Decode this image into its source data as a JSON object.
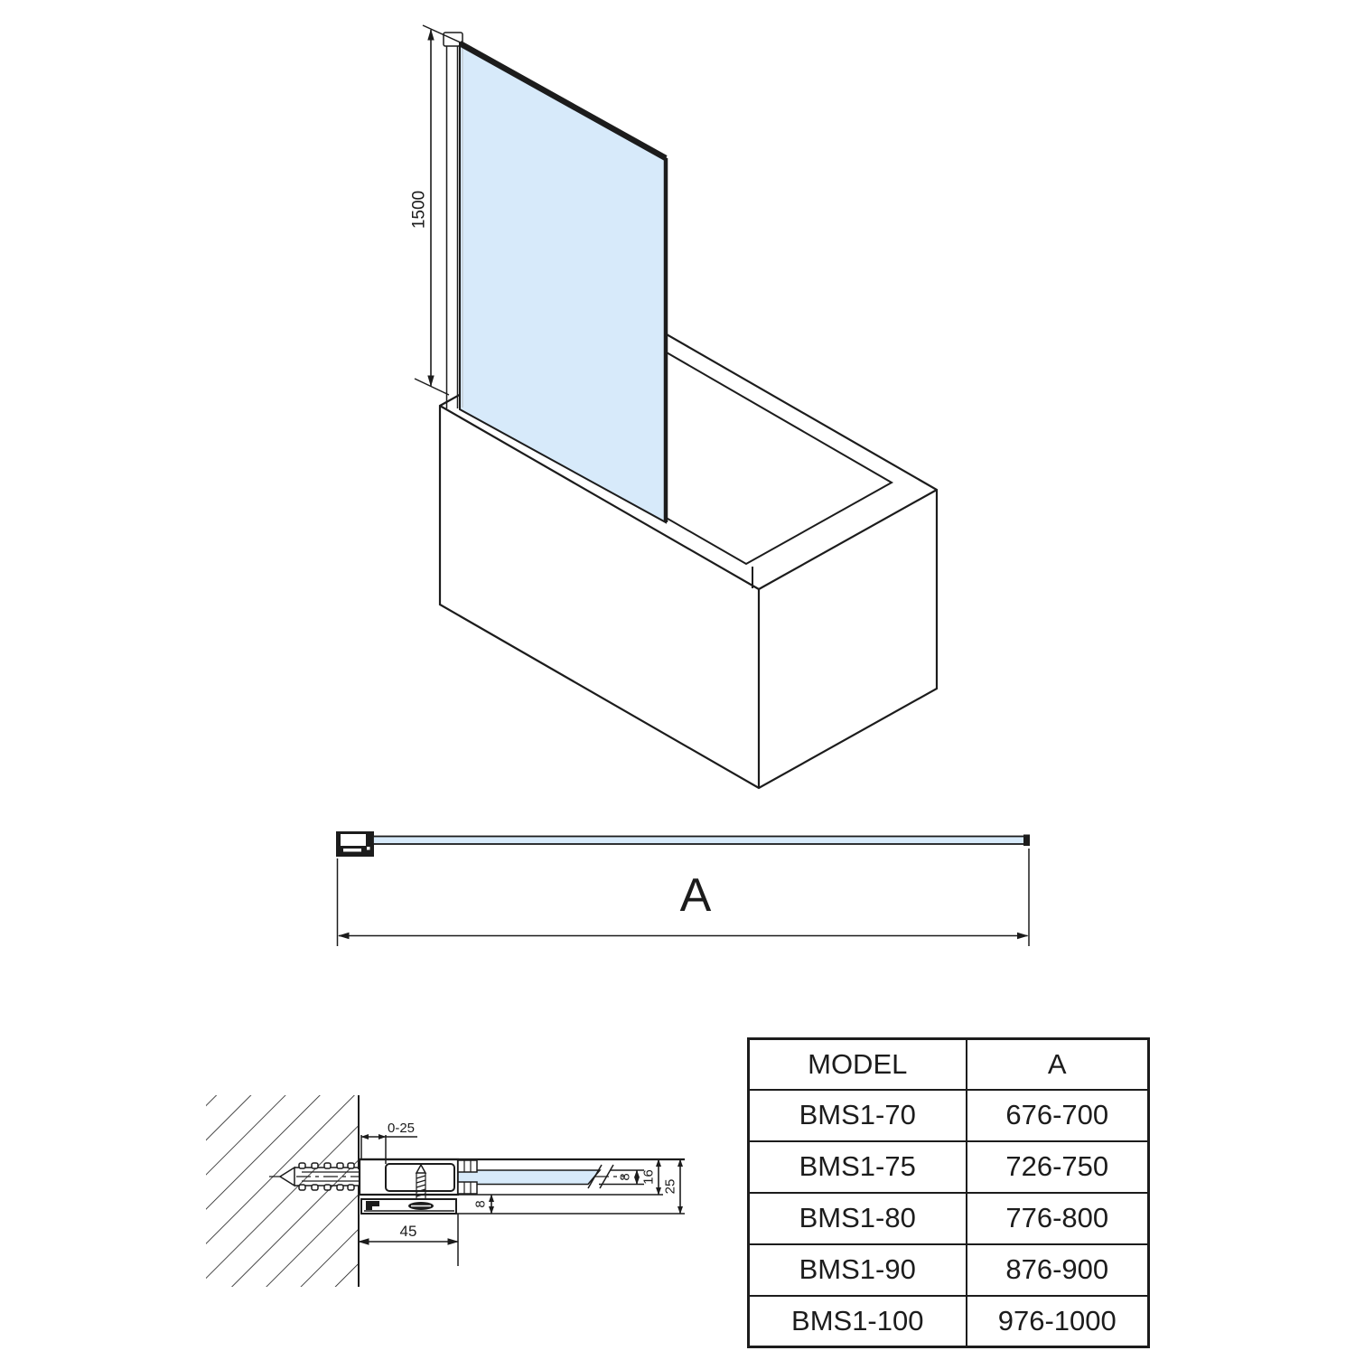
{
  "colors": {
    "line": "#1c1c1c",
    "glass": "#d7eafa",
    "paper": "#ffffff"
  },
  "iso_view": {
    "height_dim": "1500"
  },
  "plan_view": {
    "width_dim": "A"
  },
  "section_view": {
    "adjustment_range": "0-25",
    "base_width": "45",
    "glass_thickness": "8",
    "frame_inner_height": "16",
    "frame_total_height": "25",
    "bottom_profile_height": "8"
  },
  "table": {
    "headers": [
      "MODEL",
      "A"
    ],
    "rows": [
      [
        "BMS1-70",
        "676-700"
      ],
      [
        "BMS1-75",
        "726-750"
      ],
      [
        "BMS1-80",
        "776-800"
      ],
      [
        "BMS1-90",
        "876-900"
      ],
      [
        "BMS1-100",
        "976-1000"
      ]
    ]
  }
}
